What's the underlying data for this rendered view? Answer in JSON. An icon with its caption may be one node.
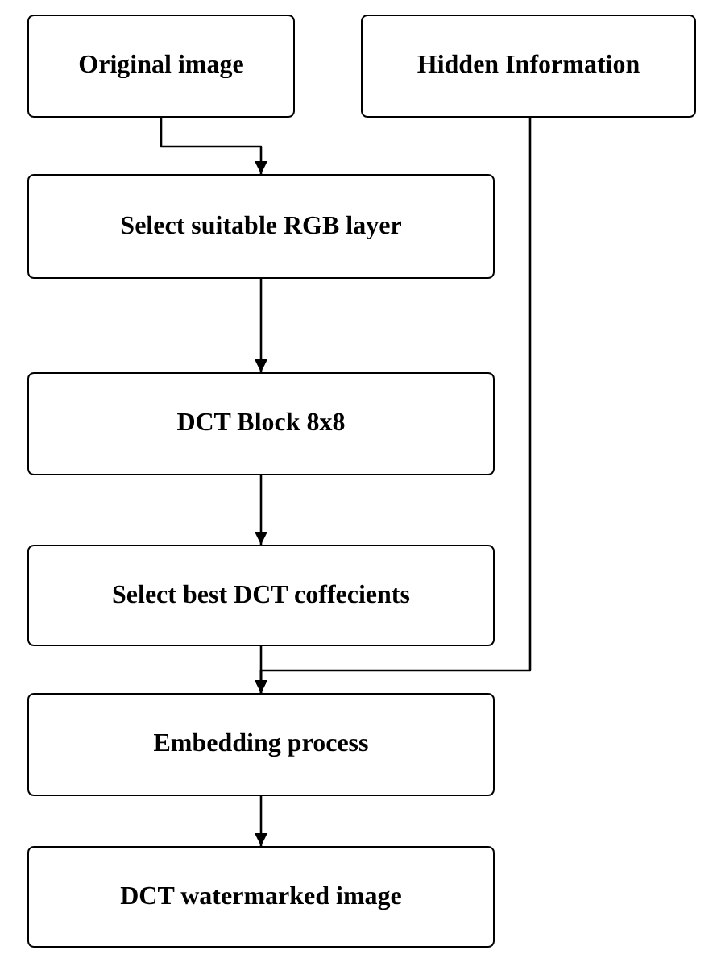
{
  "diagram": {
    "nodes": [
      {
        "text": [
          "Original image"
        ]
      },
      {
        "text": [
          "Hidden Information"
        ]
      },
      {
        "text": [
          "Select suitable RGB layer"
        ]
      },
      {
        "text": [
          "DCT Block 8x8"
        ]
      },
      {
        "text": [
          "Select best DCT coffecients"
        ]
      },
      {
        "text": [
          "Embedding process"
        ]
      },
      {
        "text": [
          "DCT watermarked image"
        ]
      }
    ],
    "edges": [
      {
        "from": 0,
        "to": 2,
        "arrow": "to"
      },
      {
        "from": 2,
        "to": 3,
        "arrow": "to"
      },
      {
        "from": 3,
        "to": 4,
        "arrow": "to"
      },
      {
        "from": 4,
        "to": 5,
        "arrow": "to"
      },
      {
        "from": 1,
        "to": 5,
        "arrow": "to"
      },
      {
        "from": 5,
        "to": 6,
        "arrow": "to"
      }
    ]
  }
}
